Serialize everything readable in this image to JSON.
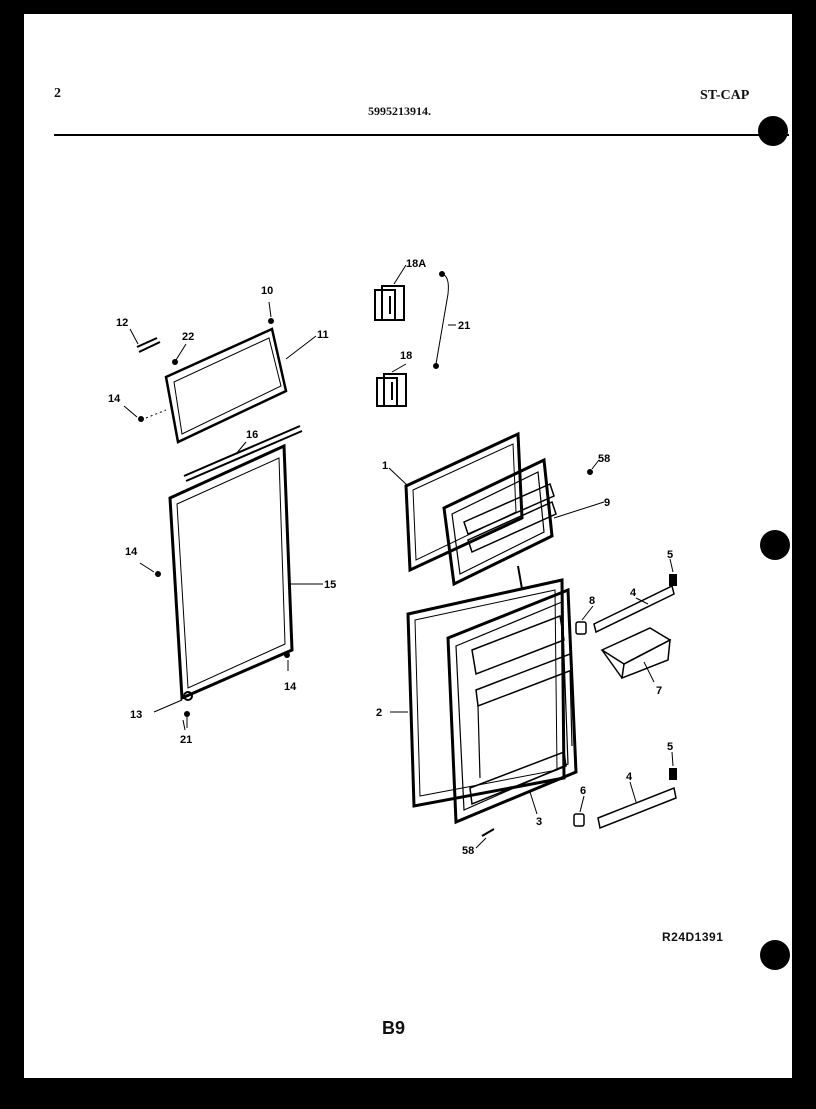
{
  "header": {
    "page_number": "2",
    "part_number": "5995213914.",
    "model_code": "ST-CAP"
  },
  "callouts": [
    {
      "id": "c12",
      "label": "12"
    },
    {
      "id": "c22",
      "label": "22"
    },
    {
      "id": "c10",
      "label": "10"
    },
    {
      "id": "c11",
      "label": "11"
    },
    {
      "id": "c14a",
      "label": "14"
    },
    {
      "id": "c16",
      "label": "16"
    },
    {
      "id": "c14b",
      "label": "14"
    },
    {
      "id": "c15",
      "label": "15"
    },
    {
      "id": "c14c",
      "label": "14"
    },
    {
      "id": "c13",
      "label": "13"
    },
    {
      "id": "c21a",
      "label": "21"
    },
    {
      "id": "c18A",
      "label": "18A"
    },
    {
      "id": "c21b",
      "label": "21"
    },
    {
      "id": "c18",
      "label": "18"
    },
    {
      "id": "c1",
      "label": "1"
    },
    {
      "id": "c58a",
      "label": "58"
    },
    {
      "id": "c9",
      "label": "9"
    },
    {
      "id": "c5a",
      "label": "5"
    },
    {
      "id": "c8",
      "label": "8"
    },
    {
      "id": "c4a",
      "label": "4"
    },
    {
      "id": "c7",
      "label": "7"
    },
    {
      "id": "c2",
      "label": "2"
    },
    {
      "id": "c5b",
      "label": "5"
    },
    {
      "id": "c6",
      "label": "6"
    },
    {
      "id": "c4b",
      "label": "4"
    },
    {
      "id": "c3",
      "label": "3"
    },
    {
      "id": "c58b",
      "label": "58"
    }
  ],
  "footer": {
    "drawing_code": "R24D1391",
    "page_label": "B9"
  }
}
